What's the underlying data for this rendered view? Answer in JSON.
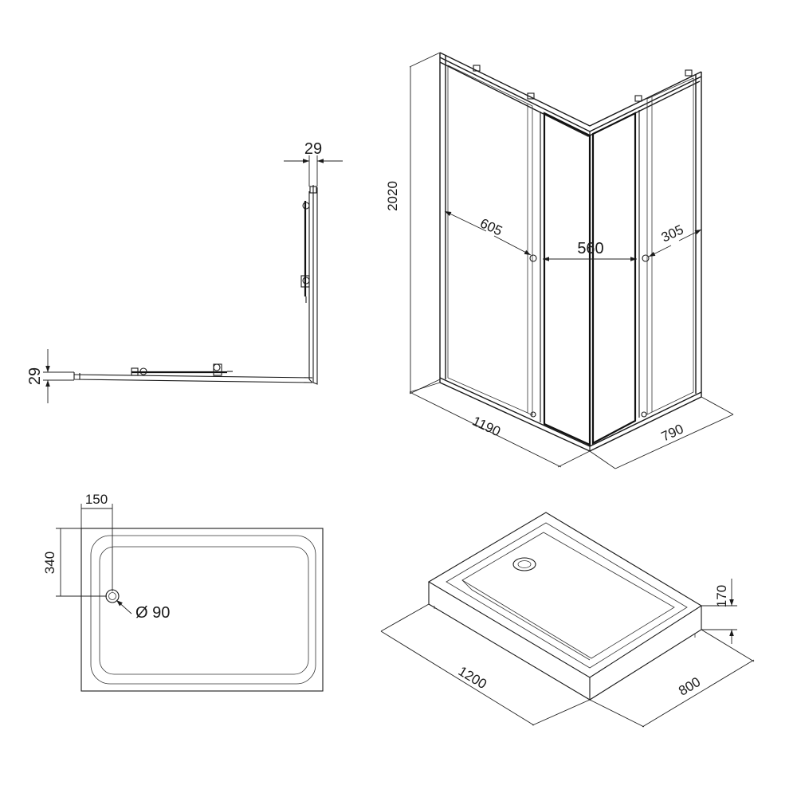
{
  "views": {
    "top": {
      "dim_side": "29",
      "dim_front": "29"
    },
    "cabin": {
      "height": "2020",
      "width": "1190",
      "depth": "790",
      "fixed_panel_width": "605",
      "door_opening": "560",
      "side_door": "305"
    },
    "tray_plan": {
      "drain_x": "150",
      "drain_y": "340",
      "drain_diameter": "Ø 90"
    },
    "tray_iso": {
      "height": "170",
      "length": "1200",
      "width": "800"
    }
  }
}
